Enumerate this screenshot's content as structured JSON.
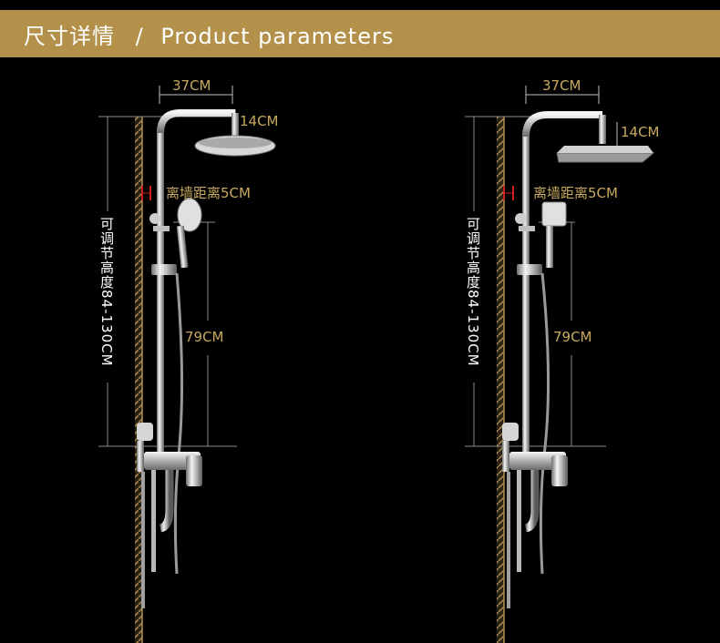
{
  "header": {
    "title_cn": "尺寸详情",
    "separator": "/",
    "title_en": "Product parameters"
  },
  "colors": {
    "header_bg": "#b3914a",
    "label_gold": "#c8a95e",
    "wall_gold": "#b39050",
    "marker_red": "#d12020",
    "background": "#000000"
  },
  "products": [
    {
      "head_shape": "round",
      "width_label": "37CM",
      "head_size_label": "14CM",
      "wall_distance_label": "离墙距离5CM",
      "bar_length_label": "79CM",
      "adjustable_height_label": "可调节高度84-130CM"
    },
    {
      "head_shape": "square",
      "width_label": "37CM",
      "head_size_label": "14CM",
      "wall_distance_label": "离墙距离5CM",
      "bar_length_label": "79CM",
      "adjustable_height_label": "可调节高度84-130CM"
    }
  ]
}
